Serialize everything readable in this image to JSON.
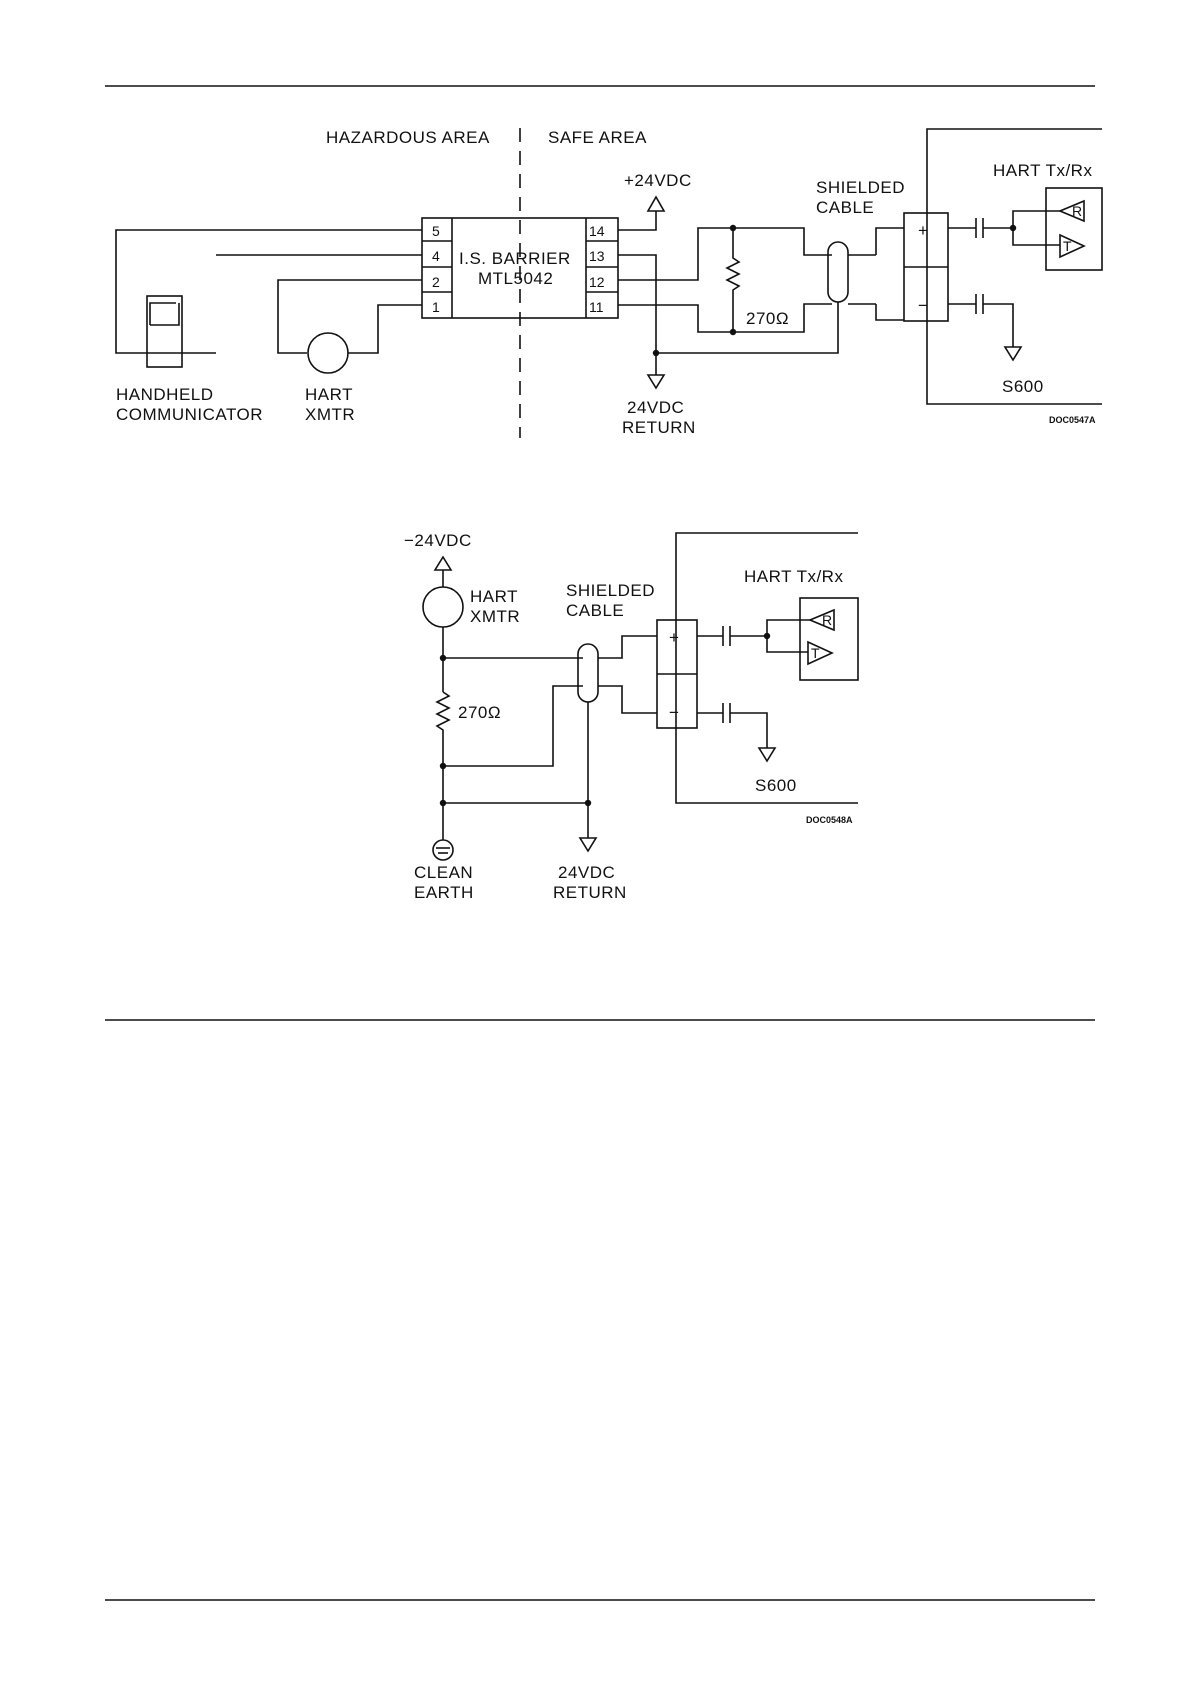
{
  "diagram1": {
    "hazardous_area": "HAZARDOUS AREA",
    "safe_area": "SAFE AREA",
    "supply_pos": "+24VDC",
    "supply_return_1": "24VDC",
    "supply_return_2": "RETURN",
    "barrier_line1": "I.S. BARRIER",
    "barrier_line2": "MTL5042",
    "pins_left": [
      "5",
      "4",
      "2",
      "1"
    ],
    "pins_right": [
      "14",
      "13",
      "12",
      "11"
    ],
    "shielded_1": "SHIELDED",
    "shielded_2": "CABLE",
    "resistor": "270Ω",
    "hart_txrx": "HART Tx/Rx",
    "r_label": "R",
    "t_label": "T",
    "plus": "+",
    "minus": "−",
    "s600": "S600",
    "handheld_1": "HANDHELD",
    "handheld_2": "COMMUNICATOR",
    "hart_1": "HART",
    "hart_2": "XMTR",
    "doc_id": "DOC0547A"
  },
  "diagram2": {
    "supply": "−24VDC",
    "hart_1": "HART",
    "hart_2": "XMTR",
    "shielded_1": "SHIELDED",
    "shielded_2": "CABLE",
    "resistor": "270Ω",
    "hart_txrx": "HART Tx/Rx",
    "r_label": "R",
    "t_label": "T",
    "plus": "+",
    "minus": "−",
    "s600": "S600",
    "clean_1": "CLEAN",
    "clean_2": "EARTH",
    "return_1": "24VDC",
    "return_2": "RETURN",
    "doc_id": "DOC0548A"
  }
}
